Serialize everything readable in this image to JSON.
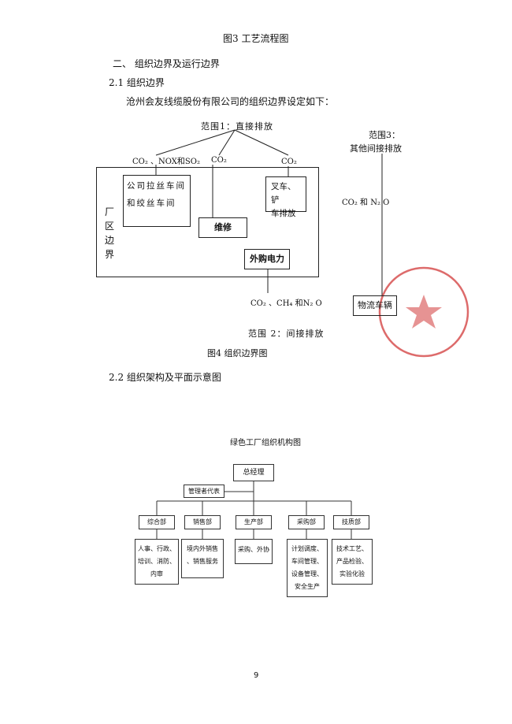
{
  "headings": {
    "fig3_caption": "图3  工艺流程图",
    "section_two": "二、  组织边界及运行边界",
    "section_2_1": "2.1  组织边界",
    "intro": "沧州会友线缆股份有限公司的组织边界设定如下：",
    "fig4_caption": "图4  组织边界图",
    "section_2_2": "2.2  组织架构及平面示意图"
  },
  "boundary_diagram": {
    "scope1": "范围1：直接排放",
    "scope2": "范围 2：间接排放",
    "scope3_line1": "范围3：",
    "scope3_line2": "其他间接排放",
    "emission_left": "CO₂  、NOX和SO₂",
    "emission_mid": "CO₂",
    "emission_right": "CO₂",
    "workshop_line1": "公司拉丝车间",
    "workshop_line2": "和绞丝车间",
    "forklift_line1": "叉车、铲",
    "forklift_line2": "车排放",
    "repair": "维修",
    "purchased_power": "外购电力",
    "plant_boundary": "厂区边界",
    "power_emissions": "CO₂  、CH₄   和N₂  O",
    "logistics_emissions": "CO₂  和 N₂  O",
    "logistics_vehicle": "物流车辆"
  },
  "org_chart": {
    "title": "绿色工厂组织机构图",
    "general_manager": "总经理",
    "management_rep": "管理者代表",
    "departments": [
      {
        "name": "综合部",
        "duties": [
          "人事、行政、",
          "培训、消防、",
          "内审"
        ]
      },
      {
        "name": "销售部",
        "duties": [
          "境内外销售",
          "、销售服务"
        ]
      },
      {
        "name": "生产部",
        "duties": [
          "采购、外协"
        ]
      },
      {
        "name": "采购部",
        "duties": [
          "计划调度、",
          "车间管理、",
          "设备管理、",
          "安全生产"
        ]
      },
      {
        "name": "技质部",
        "duties": [
          "技术工艺、",
          "产品检验、",
          "实验化验"
        ]
      }
    ]
  },
  "page_number": "9"
}
